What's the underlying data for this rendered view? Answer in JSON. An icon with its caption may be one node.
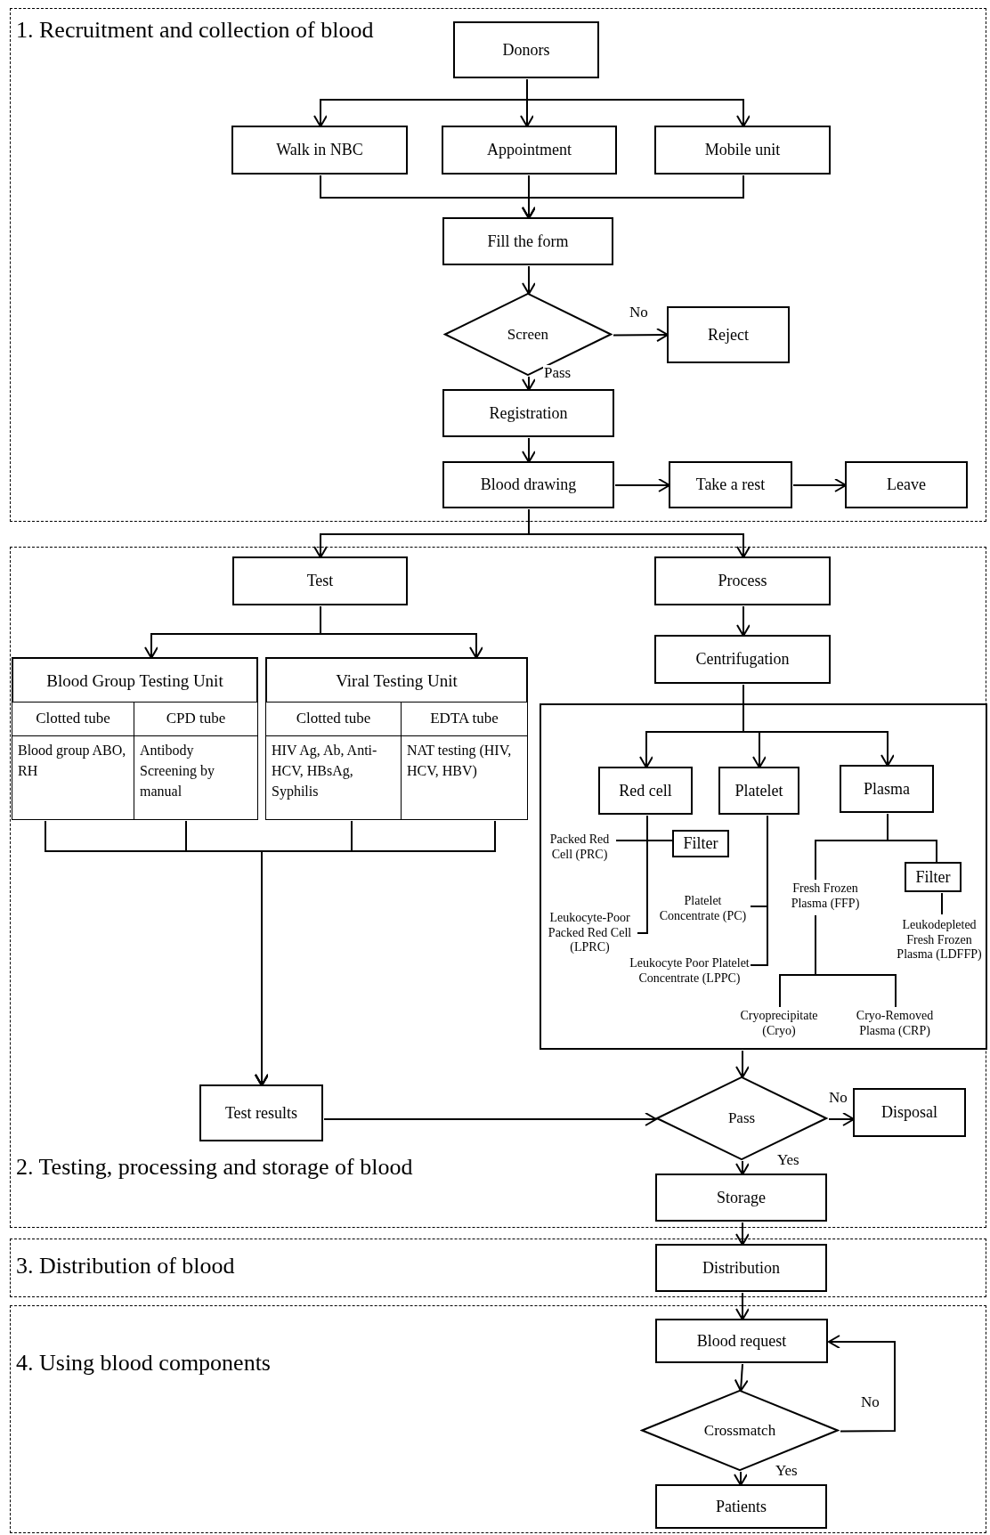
{
  "diagram": {
    "nodes": [
      {
        "text": [
          "1. Recruitment and collection of blood"
        ]
      },
      {
        "text": [
          "Donors"
        ],
        "in": 0
      },
      {
        "text": [
          "Walk in NBC"
        ],
        "in": 0
      },
      {
        "text": [
          "Appointment"
        ],
        "in": 0
      },
      {
        "text": [
          "Mobile unit"
        ],
        "in": 0
      },
      {
        "text": [
          "Fill the form"
        ],
        "in": 0
      },
      {
        "text": [
          "Screen"
        ],
        "in": 0
      },
      {
        "text": [
          "Reject"
        ],
        "in": 0
      },
      {
        "text": [
          "Registration"
        ],
        "in": 0
      },
      {
        "text": [
          "Blood drawing"
        ],
        "in": 0
      },
      {
        "text": [
          "Take a rest"
        ],
        "in": 0
      },
      {
        "text": [
          "Leave"
        ],
        "in": 0
      },
      {
        "text": [
          "2. Testing, processing and storage of blood"
        ]
      },
      {
        "text": [
          "Test"
        ],
        "in": 12
      },
      {
        "text": [
          "Process"
        ],
        "in": 12
      },
      {
        "text": [
          "Blood Group Testing Unit"
        ],
        "in": 12
      },
      {
        "text": [
          "Clotted tube"
        ],
        "in": 15
      },
      {
        "text": [
          "CPD tube"
        ],
        "in": 15
      },
      {
        "text": [
          "Blood group ABO, RH"
        ],
        "in": 15
      },
      {
        "text": [
          "Antibody Screening by manual"
        ],
        "in": 15
      },
      {
        "text": [
          "Viral Testing Unit"
        ],
        "in": 12
      },
      {
        "text": [
          "Clotted tube"
        ],
        "in": 20
      },
      {
        "text": [
          "EDTA tube"
        ],
        "in": 20
      },
      {
        "text": [
          "HIV Ag, Ab, Anti-HCV, HBsAg, Syphilis"
        ],
        "in": 20
      },
      {
        "text": [
          "NAT testing (HIV, HCV, HBV)"
        ],
        "in": 20
      },
      {
        "text": [
          "Centrifugation"
        ],
        "in": 12
      },
      {
        "text": [],
        "shape": "box",
        "in": 12
      },
      {
        "text": [
          "Red cell"
        ],
        "in": 26
      },
      {
        "text": [
          "Platelet"
        ],
        "in": 26
      },
      {
        "text": [
          "Plasma"
        ],
        "in": 26
      },
      {
        "text": [
          "Packed Red Cell (PRC)"
        ],
        "in": 26
      },
      {
        "text": [
          "Filter"
        ],
        "in": 26
      },
      {
        "text": [
          "Leukocyte-Poor Packed Red Cell (LPRC)"
        ],
        "in": 26
      },
      {
        "text": [
          "Platelet Concentrate (PC)"
        ],
        "in": 26
      },
      {
        "text": [
          "Leukocyte Poor Platelet Concentrate (LPPC)"
        ],
        "in": 26
      },
      {
        "text": [
          "Fresh Frozen Plasma (FFP)"
        ],
        "in": 26
      },
      {
        "text": [
          "Filter"
        ],
        "in": 26
      },
      {
        "text": [
          "Leukodepleted Fresh Frozen Plasma (LDFFP)"
        ],
        "in": 26
      },
      {
        "text": [
          "Cryoprecipitate (Cryo)"
        ],
        "in": 26
      },
      {
        "text": [
          "Cryo-Removed Plasma (CRP)"
        ],
        "in": 26
      },
      {
        "text": [
          "Test results"
        ],
        "in": 12
      },
      {
        "text": [
          "Pass"
        ],
        "in": 12
      },
      {
        "text": [
          "Disposal"
        ],
        "in": 12
      },
      {
        "text": [
          "Storage"
        ],
        "in": 12
      },
      {
        "text": [
          "3. Distribution of blood"
        ]
      },
      {
        "text": [
          "Distribution"
        ],
        "in": 44
      },
      {
        "text": [
          "4. Using blood components"
        ]
      },
      {
        "text": [
          "Blood request"
        ],
        "in": 46
      },
      {
        "text": [
          "Crossmatch"
        ],
        "in": 46
      },
      {
        "text": [
          "Patients"
        ],
        "in": 46
      }
    ],
    "edges": [
      {
        "from": 1,
        "to": 2,
        "arrow": "to"
      },
      {
        "from": 1,
        "to": 3,
        "arrow": "to"
      },
      {
        "from": 1,
        "to": 4,
        "arrow": "to"
      },
      {
        "from": 2,
        "to": 5,
        "arrow": "to"
      },
      {
        "from": 3,
        "to": 5,
        "arrow": "to"
      },
      {
        "from": 4,
        "to": 5,
        "arrow": "to"
      },
      {
        "from": 5,
        "to": 6,
        "arrow": "to"
      },
      {
        "from": 6,
        "to": 7,
        "arrow": "to",
        "label": "No"
      },
      {
        "from": 6,
        "to": 8,
        "arrow": "to",
        "label": "Pass"
      },
      {
        "from": 8,
        "to": 9,
        "arrow": "to"
      },
      {
        "from": 9,
        "to": 10,
        "arrow": "to"
      },
      {
        "from": 10,
        "to": 11,
        "arrow": "to"
      },
      {
        "from": 9,
        "to": 13,
        "arrow": "to"
      },
      {
        "from": 9,
        "to": 14,
        "arrow": "to"
      },
      {
        "from": 13,
        "to": 15,
        "arrow": "to"
      },
      {
        "from": 13,
        "to": 20,
        "arrow": "to"
      },
      {
        "from": 18,
        "to": 40,
        "arrow": "to"
      },
      {
        "from": 19,
        "to": 40,
        "arrow": "to"
      },
      {
        "from": 23,
        "to": 40,
        "arrow": "to"
      },
      {
        "from": 24,
        "to": 40,
        "arrow": "to"
      },
      {
        "from": 14,
        "to": 25,
        "arrow": "to"
      },
      {
        "from": 25,
        "to": 27,
        "arrow": "to"
      },
      {
        "from": 25,
        "to": 28,
        "arrow": "to"
      },
      {
        "from": 25,
        "to": 29,
        "arrow": "to"
      },
      {
        "from": 27,
        "to": 30,
        "arrow": "none"
      },
      {
        "from": 27,
        "to": 31,
        "arrow": "none"
      },
      {
        "from": 27,
        "to": 32,
        "arrow": "none"
      },
      {
        "from": 28,
        "to": 33,
        "arrow": "none"
      },
      {
        "from": 28,
        "to": 34,
        "arrow": "none"
      },
      {
        "from": 29,
        "to": 35,
        "arrow": "none"
      },
      {
        "from": 29,
        "to": 36,
        "arrow": "none"
      },
      {
        "from": 36,
        "to": 37,
        "arrow": "none"
      },
      {
        "from": 35,
        "to": 38,
        "arrow": "none"
      },
      {
        "from": 35,
        "to": 39,
        "arrow": "none"
      },
      {
        "from": 26,
        "to": 41,
        "arrow": "to"
      },
      {
        "from": 40,
        "to": 41,
        "arrow": "to"
      },
      {
        "from": 41,
        "to": 42,
        "arrow": "to",
        "label": "No"
      },
      {
        "from": 41,
        "to": 43,
        "arrow": "to",
        "label": "Yes"
      },
      {
        "from": 43,
        "to": 45,
        "arrow": "to"
      },
      {
        "from": 45,
        "to": 47,
        "arrow": "to"
      },
      {
        "from": 47,
        "to": 48,
        "arrow": "to"
      },
      {
        "from": 48,
        "to": 47,
        "arrow": "to",
        "label": "No"
      },
      {
        "from": 48,
        "to": 49,
        "arrow": "to",
        "label": "Yes"
      }
    ]
  }
}
